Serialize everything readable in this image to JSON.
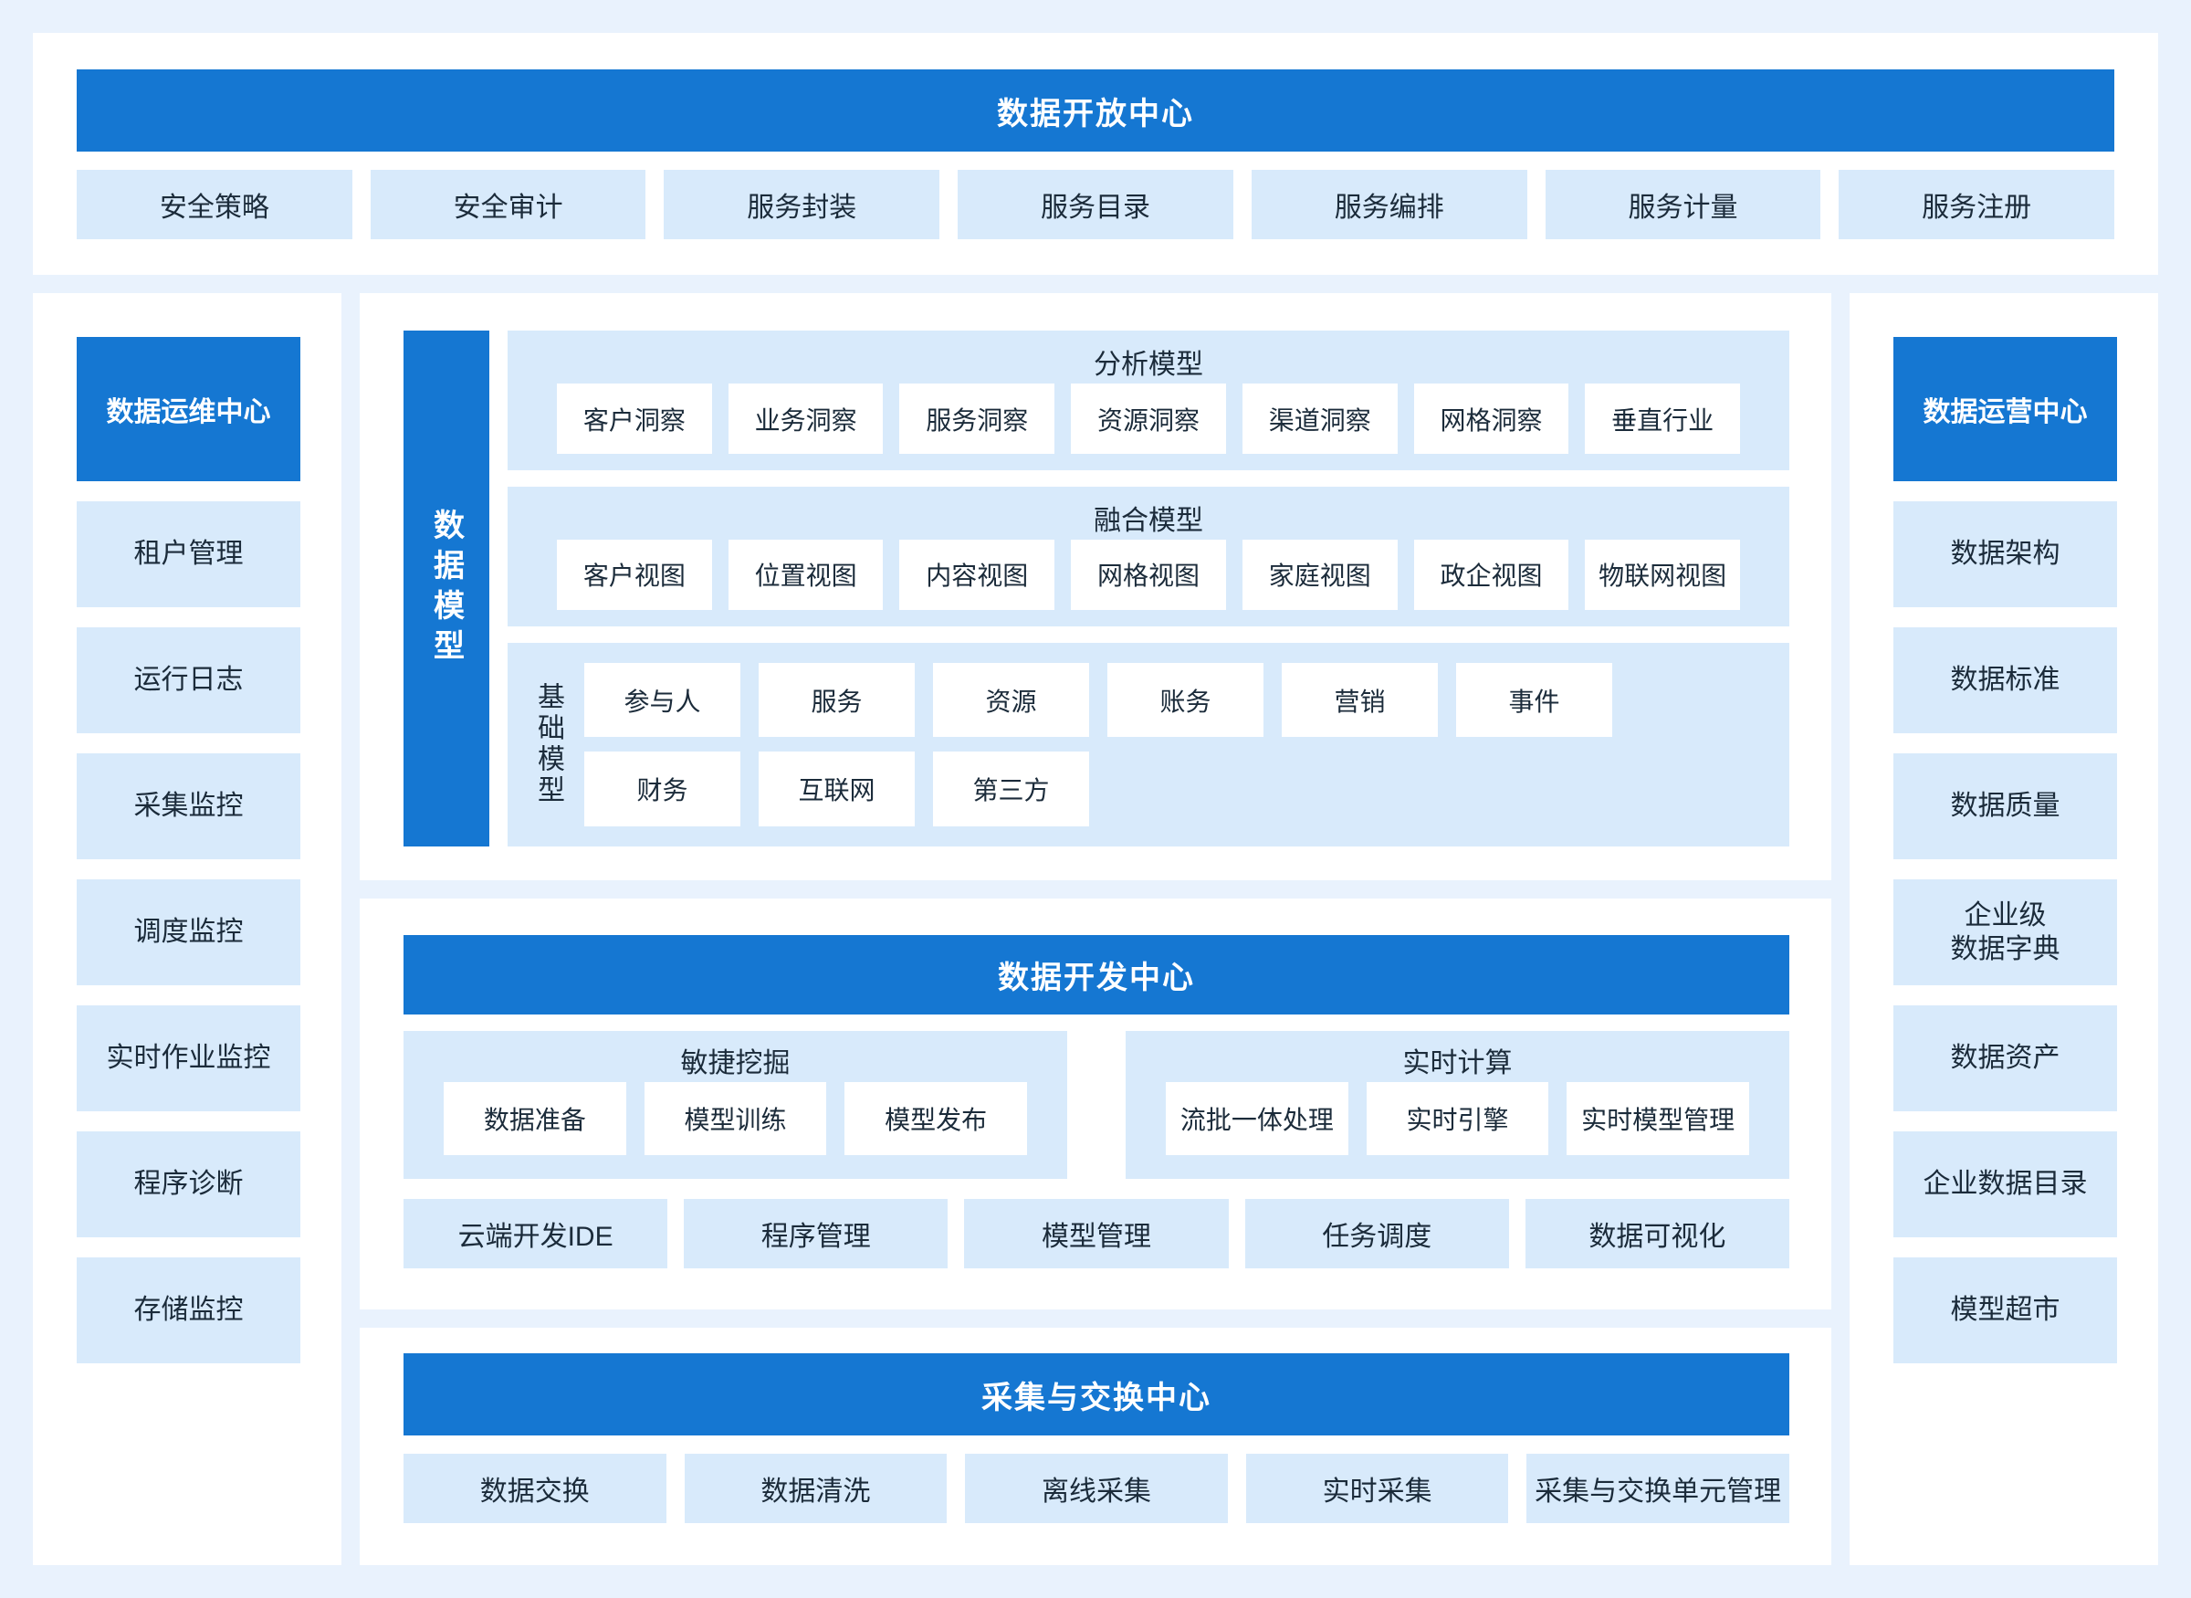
{
  "colors": {
    "accent_blue": "#1577d2",
    "light_blue": "#d8eafb",
    "page_bg": "#e9f2fd",
    "panel_bg": "#ffffff",
    "text_dark": "#1b2b3a"
  },
  "open_center": {
    "title": "数据开放中心",
    "items": [
      "安全策略",
      "安全审计",
      "服务封装",
      "服务目录",
      "服务编排",
      "服务计量",
      "服务注册"
    ]
  },
  "maintain_center": {
    "title": "数据运维中心",
    "items": [
      "租户管理",
      "运行日志",
      "采集监控",
      "调度监控",
      "实时作业监控",
      "程序诊断",
      "存储监控"
    ]
  },
  "operate_center": {
    "title": "数据运营中心",
    "items": [
      "数据架构",
      "数据标准",
      "数据质量",
      "企业级\n数据字典",
      "数据资产",
      "企业数据目录",
      "模型超市"
    ]
  },
  "model_section": {
    "title": "数据模型",
    "analysis": {
      "name": "分析模型",
      "items": [
        "客户洞察",
        "业务洞察",
        "服务洞察",
        "资源洞察",
        "渠道洞察",
        "网格洞察",
        "垂直行业"
      ]
    },
    "fusion": {
      "name": "融合模型",
      "items": [
        "客户视图",
        "位置视图",
        "内容视图",
        "网格视图",
        "家庭视图",
        "政企视图",
        "物联网视图"
      ]
    },
    "base": {
      "name": "基础模型",
      "items": [
        "参与人",
        "服务",
        "资源",
        "账务",
        "营销",
        "事件",
        "财务",
        "互联网",
        "第三方"
      ]
    }
  },
  "dev_center": {
    "title": "数据开发中心",
    "agile": {
      "name": "敏捷挖掘",
      "items": [
        "数据准备",
        "模型训练",
        "模型发布"
      ]
    },
    "realtime": {
      "name": "实时计算",
      "items": [
        "流批一体处理",
        "实时引擎",
        "实时模型管理"
      ]
    },
    "tools": [
      "云端开发IDE",
      "程序管理",
      "模型管理",
      "任务调度",
      "数据可视化"
    ]
  },
  "collect_center": {
    "title": "采集与交换中心",
    "items": [
      "数据交换",
      "数据清洗",
      "离线采集",
      "实时采集",
      "采集与交换单元管理"
    ]
  }
}
